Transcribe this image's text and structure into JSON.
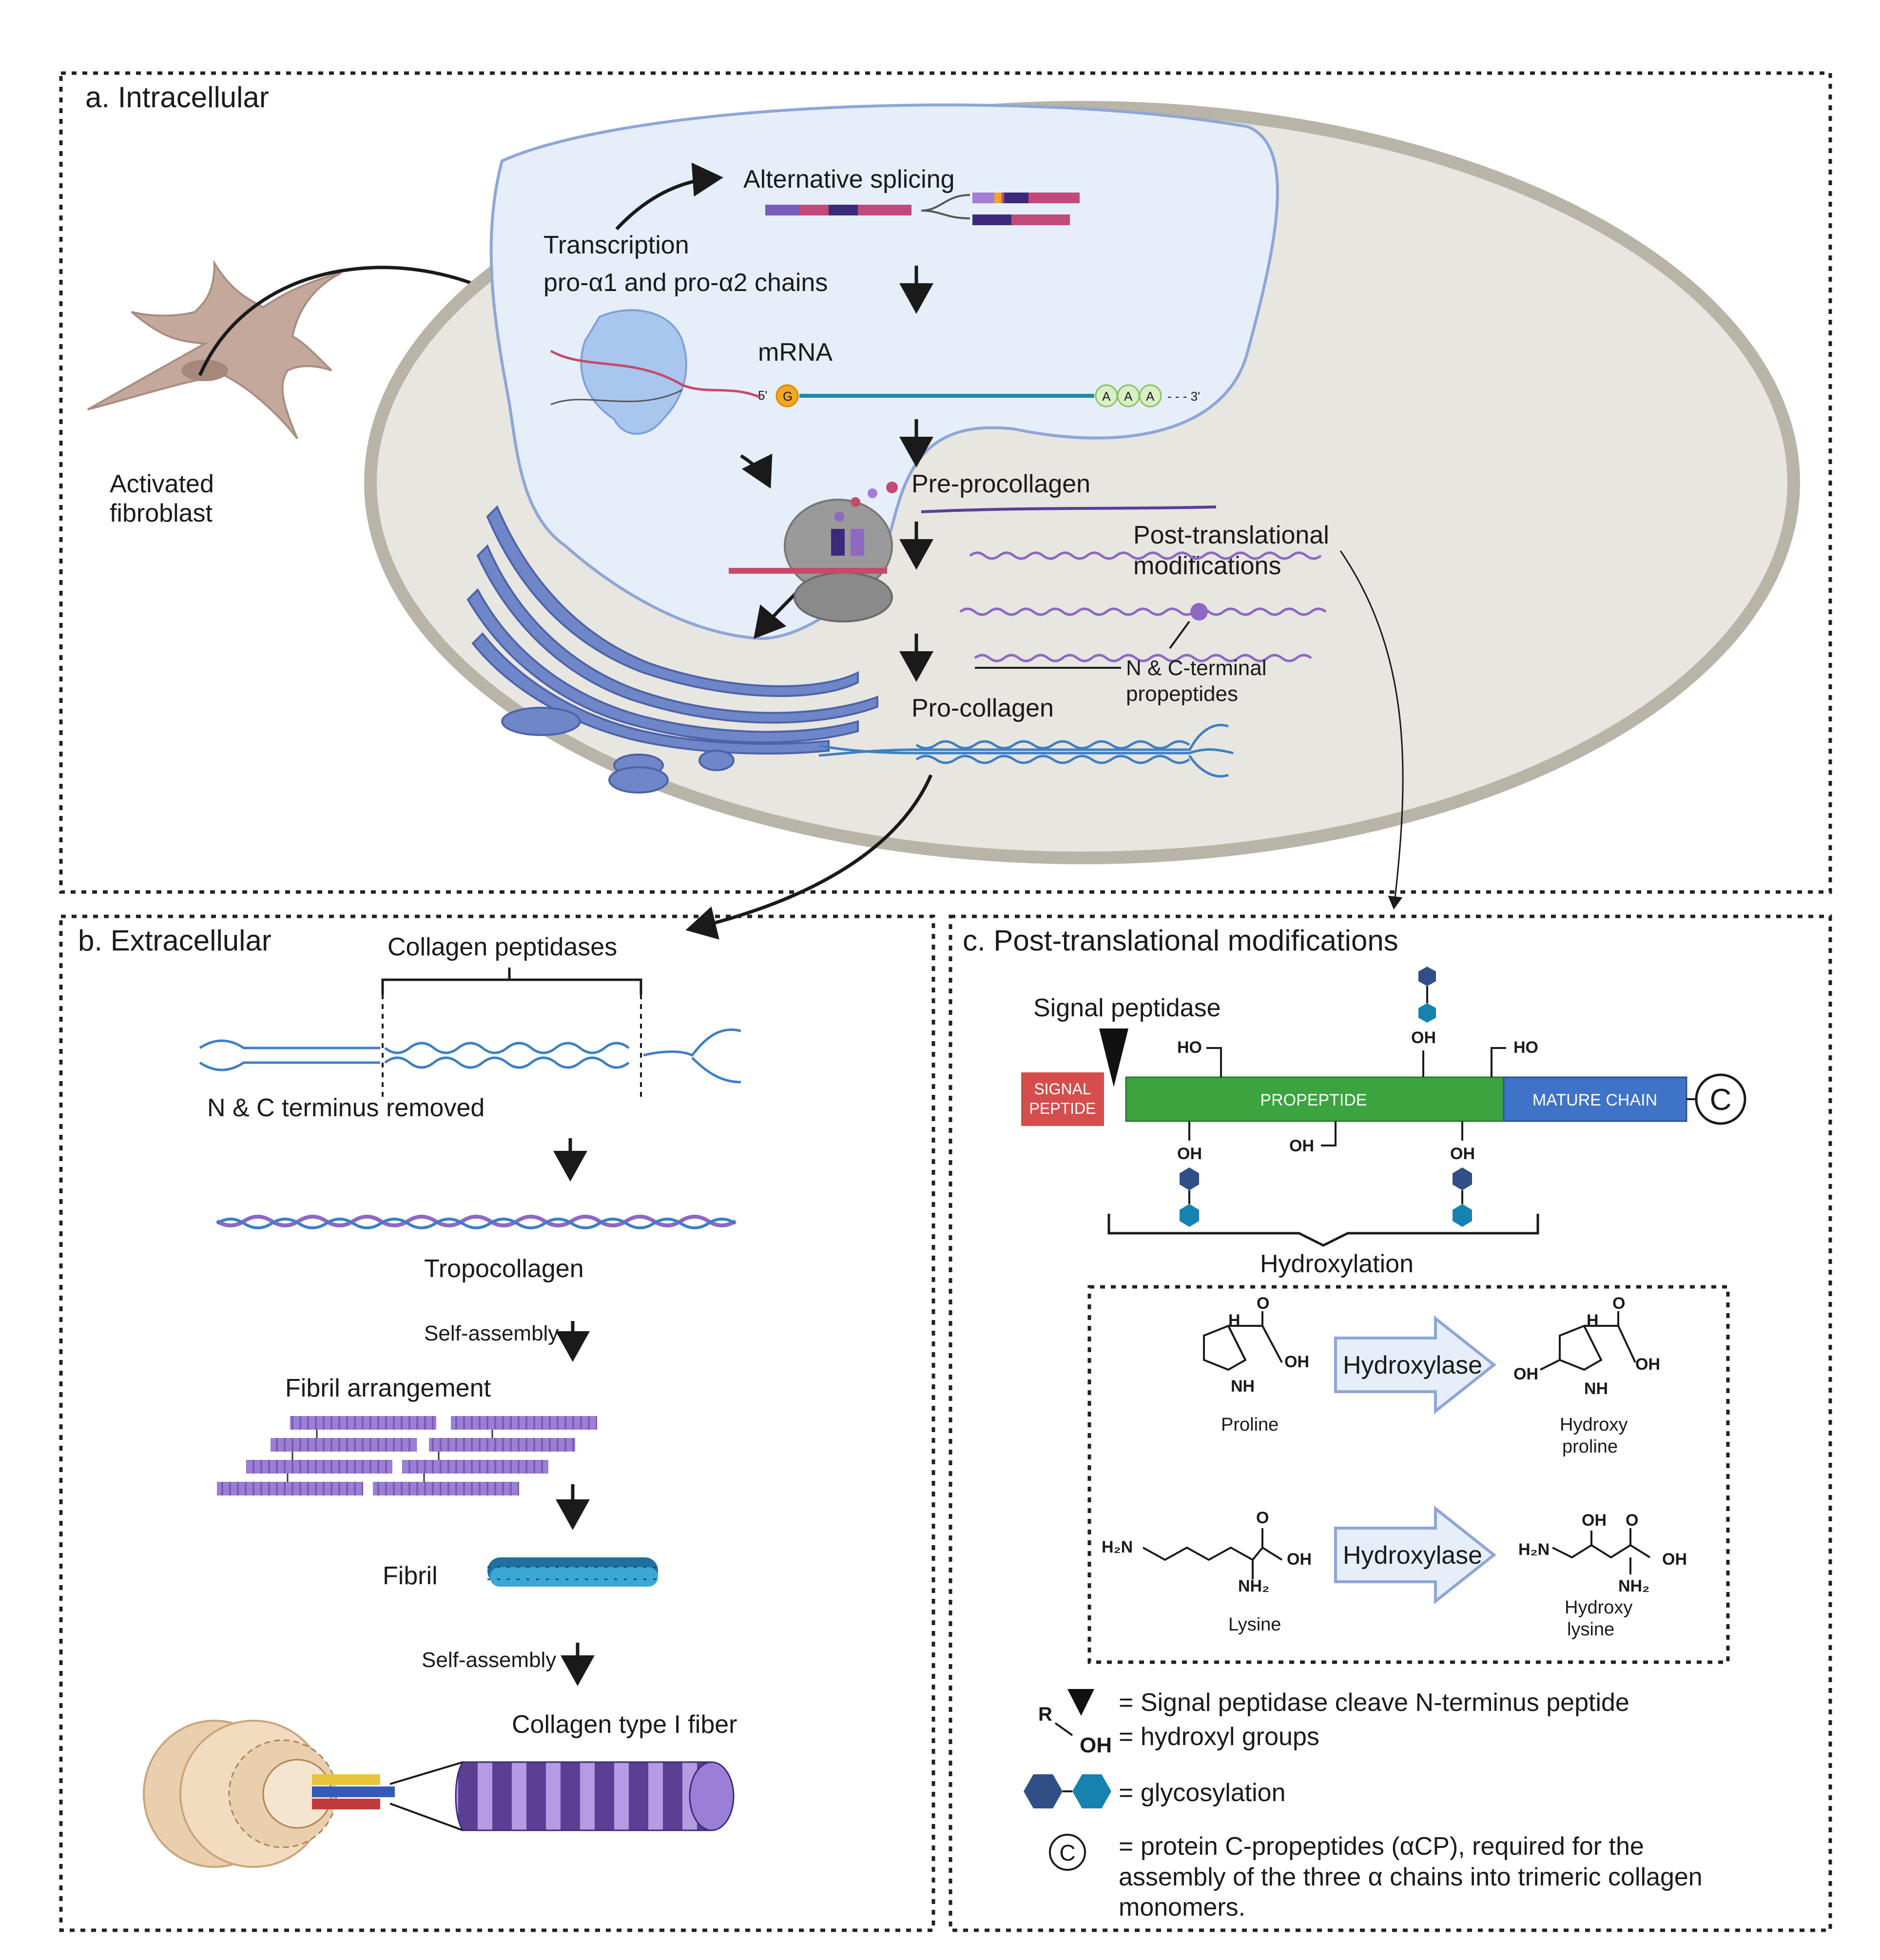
{
  "panel_a": {
    "title": "a. Intracellular",
    "fibroblast_label": [
      "Activated",
      "fibroblast"
    ],
    "alt_splicing": "Alternative splicing",
    "transcription": "Transcription",
    "chains": "pro-α1 and pro-α2  chains",
    "mrna": "mRNA",
    "mrna_5": "5'",
    "mrna_3": "- - - 3'",
    "cap": "G",
    "polyA": [
      "A",
      "A",
      "A"
    ],
    "pre_procollagen": "Pre-procollagen",
    "ptm": [
      "Post-translational",
      "modifications"
    ],
    "propeptides": [
      "N & C-terminal",
      "propeptides"
    ],
    "procollagen": "Pro-collagen"
  },
  "panel_b": {
    "title": "b. Extracellular",
    "peptidases": "Collagen peptidases",
    "removed": "N & C terminus removed",
    "tropocollagen": "Tropocollagen",
    "self_assembly_1": "Self-assembly",
    "fibril_arrangement": "Fibril arrangement",
    "fibril": "Fibril",
    "self_assembly_2": "Self-assembly",
    "fiber": "Collagen type I fiber"
  },
  "panel_c": {
    "title": "c. Post-translational modifications",
    "signal_peptidase": "Signal peptidase",
    "signal_peptide": [
      "SIGNAL",
      "PEPTIDE"
    ],
    "propeptide": "PROPEPTIDE",
    "mature_chain": "MATURE CHAIN",
    "c_symbol": "C",
    "ho_1": "HO",
    "oh_top": "OH",
    "ho_2": "HO",
    "oh_b1": "OH",
    "oh_b2": "OH",
    "oh_b3": "OH",
    "hydroxylation": "Hydroxylation",
    "hydroxylase_1": "Hydroxylase",
    "hydroxylase_2": "Hydroxylase",
    "proline": "Proline",
    "hydroxyproline": [
      "Hydroxy",
      "proline"
    ],
    "lysine": "Lysine",
    "hydroxylysine": [
      "Hydroxy",
      "lysine"
    ],
    "chem": {
      "h": "H",
      "o": "O",
      "oh": "OH",
      "nh": "NH",
      "h2n": "H₂N",
      "nh2": "NH₂"
    },
    "legend": {
      "signal": "= Signal peptidase cleave N-terminus peptide",
      "r": "R",
      "oh": "OH",
      "hydroxyl": "= hydroxyl groups",
      "glyco": "= glycosylation",
      "c": "C",
      "cprop": [
        "= protein C-propeptides (αCP), required for the",
        "assembly of the three α chains into trimeric collagen",
        "monomers."
      ]
    }
  },
  "colors": {
    "cell": "#e8e6e0",
    "cell_border": "#b8b4a8",
    "nucleus": "#e6eef9",
    "nucleus_border": "#8ea6d8",
    "er": "#6f86c9",
    "fibroblast": "#c4a89c",
    "purple": "#8e68c2",
    "signal_red": "#d64d4d",
    "propeptide_green": "#3ba43f",
    "mature_blue": "#3f73c7",
    "hex_dark": "#2f4f86",
    "hex_teal": "#1682b0",
    "arrow_fill": "#e6eef9",
    "arrow_border": "#8ea6d8"
  }
}
